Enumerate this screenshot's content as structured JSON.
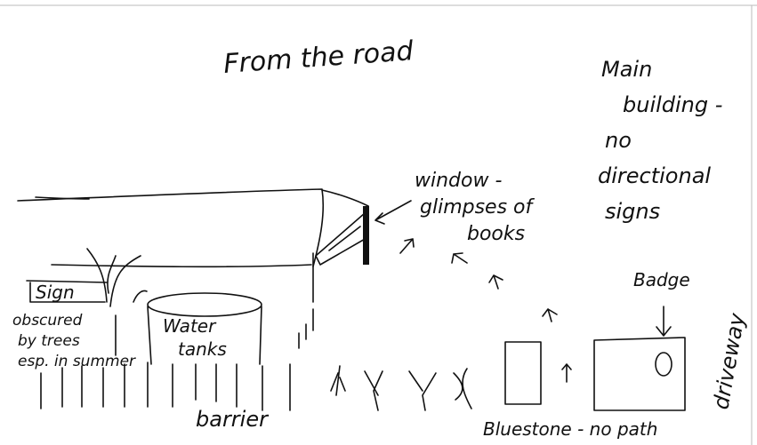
{
  "sketch": {
    "title": "From the road",
    "main_building_note": [
      "Main",
      "building -",
      "no",
      "directional",
      "signs"
    ],
    "window_note": [
      "window -",
      "glimpses of",
      "books"
    ],
    "sign_label": "Sign",
    "obscured_note": [
      "obscured",
      "by trees",
      "esp. in summer"
    ],
    "water_tanks": [
      "Water",
      "tanks"
    ],
    "barrier_label": "barrier",
    "badge_label": "Badge",
    "driveway_label": "driveway",
    "bluestone_note": "Bluestone - no path"
  }
}
